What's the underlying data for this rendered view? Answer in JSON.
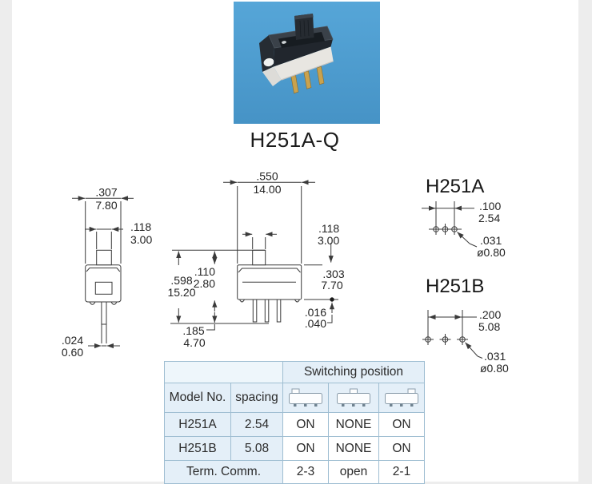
{
  "page": {
    "caption": "H251A-Q"
  },
  "photo": {
    "subject": "slide-switch-product-photo",
    "background_color": "#4e9ed2"
  },
  "drawings": {
    "side_view": {
      "body_width": {
        "in": ".307",
        "mm": "7.80"
      },
      "actuator_width": {
        "in": ".118",
        "mm": "3.00"
      },
      "pin_width": {
        "in": ".024",
        "mm": "0.60"
      }
    },
    "front_view": {
      "body_width": {
        "in": ".550",
        "mm": "14.00"
      },
      "actuator_width": {
        "in": ".118",
        "mm": "3.00"
      },
      "actuator_height": {
        "in": ".110",
        "mm": "2.80"
      },
      "total_height": {
        "in": ".598",
        "mm": "15.20"
      },
      "body_height": {
        "in": ".303",
        "mm": "7.70"
      },
      "pin_length": {
        "in": ".185",
        "mm": "4.70"
      },
      "pin_thickness": {
        "in": ".016",
        "mm": ".040"
      }
    },
    "h251a": {
      "title": "H251A",
      "pin_pitch": {
        "in": ".100",
        "mm": "2.54"
      },
      "hole_dia": {
        "in": ".031",
        "mm": "ø0.80"
      }
    },
    "h251b": {
      "title": "H251B",
      "pin_pitch": {
        "in": ".200",
        "mm": "5.08"
      },
      "hole_dia": {
        "in": ".031",
        "mm": "ø0.80"
      }
    }
  },
  "table": {
    "group_header": "Switching position",
    "col_headers": [
      "Model No.",
      "spacing"
    ],
    "position_icons": [
      "knob-left",
      "knob-middle",
      "knob-right"
    ],
    "rows": [
      {
        "model": "H251A",
        "spacing": "2.54",
        "pos": [
          "ON",
          "NONE",
          "ON"
        ]
      },
      {
        "model": "H251B",
        "spacing": "5.08",
        "pos": [
          "ON",
          "NONE",
          "ON"
        ]
      }
    ],
    "footer": {
      "label": "Term. Comm.",
      "values": [
        "2-3",
        "open",
        "2-1"
      ]
    }
  },
  "colors": {
    "photo_blue": "#4e9ed2",
    "table_border": "#9fbed2",
    "table_header_bg": "#e4eff8",
    "page_margin_gray": "#ededed"
  }
}
